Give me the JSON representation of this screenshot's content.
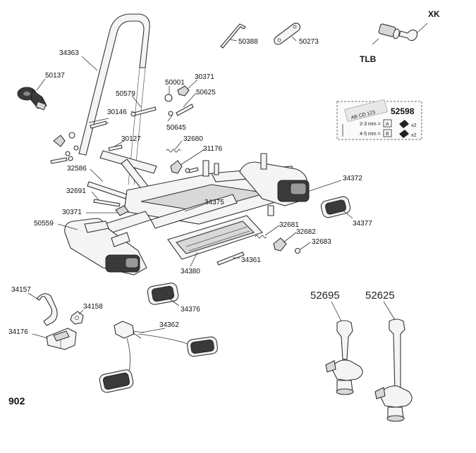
{
  "page_label": "902",
  "labels": {
    "l34363": "34363",
    "l50137": "50137",
    "l50388": "50388",
    "l50273": "50273",
    "lXK": "XK",
    "lTLB": "TLB",
    "l50579": "50579",
    "l50001": "50001",
    "l30371a": "30371",
    "l50625": "50625",
    "l30146": "30146",
    "l50645": "50645",
    "l30127": "30127",
    "l32680": "32680",
    "l31176": "31176",
    "l32586": "32586",
    "l34372": "34372",
    "l32691": "32691",
    "l34375": "34375",
    "l30371b": "30371",
    "l34377": "34377",
    "l50559": "50559",
    "l32681": "32681",
    "l32682": "32682",
    "l32683": "32683",
    "l34361": "34361",
    "l34380": "34380",
    "l34157": "34157",
    "l34158": "34158",
    "l34376": "34376",
    "l34176": "34176",
    "l34362": "34362",
    "l52695": "52695",
    "l52625": "52625"
  },
  "plate_card": {
    "part_number": "52598",
    "plate_text": "AB CD 123",
    "row1": "2-3 mm =",
    "row1_key": "A",
    "row1_qty": "x2",
    "row2": "4-5 mm =",
    "row2_key": "B",
    "row2_qty": "x2"
  }
}
